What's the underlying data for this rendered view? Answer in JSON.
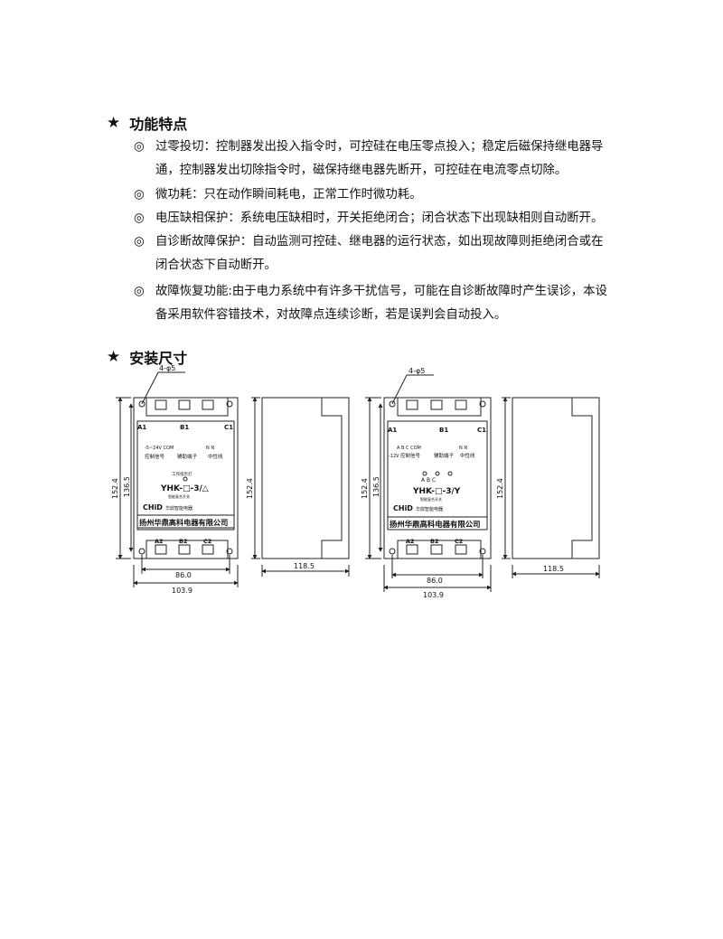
{
  "sections": [
    {
      "star": "★",
      "title": "功能特点"
    },
    {
      "star": "★",
      "title": "安装尺寸"
    }
  ],
  "features": [
    {
      "bullet": "◎",
      "lines": [
        "过零投切：控制器发出投入指令时，可控硅在电压零点投入；稳定后磁保持继电器导",
        "通，控制器发出切除指令时，磁保持继电器先断开，可控硅在电流零点切除。"
      ]
    },
    {
      "bullet": "◎",
      "lines": [
        "微功耗：只在动作瞬间耗电，正常工作时微功耗。"
      ]
    },
    {
      "bullet": "◎",
      "lines": [
        "电压缺相保护：系统电压缺相时，开关拒绝闭合；闭合状态下出现缺相则自动断开。"
      ]
    },
    {
      "bullet": "◎",
      "lines": [
        "自诊断故障保护：自动监测可控硅、继电器的运行状态，如出现故障则拒绝闭合或在",
        "闭合状态下自动断开。"
      ]
    },
    {
      "bullet": "◎",
      "lines": [
        "故障恢复功能:由于电力系统中有许多干扰信号，可能在自诊断故障时产生误诊，本设",
        "备采用软件容错技术，对故障点连续诊断，若是误判会自动投入。"
      ]
    }
  ],
  "drawings": {
    "hole_label": "4-φ5",
    "dim_height_outer": "152.4",
    "dim_height_inner": "136.5",
    "dim_width_inner": "86.0",
    "dim_width_outer": "103.9",
    "dim_depth": "118.5",
    "top_terminals": [
      "A1",
      "B1",
      "C1"
    ],
    "bottom_terminals": [
      "A2",
      "B2",
      "C2"
    ],
    "company": "扬州华鼎高科电器有限公司",
    "logo": "CHiD",
    "logo_sub": "华鼎智能电器",
    "left_model": "YHK-□-3/△",
    "right_model": "YHK-□-3/Y",
    "left_signal_top": "-5~24V COM",
    "right_signal_top": "A B C COM",
    "right_voltage": "-12V",
    "signal_label": "控制信号",
    "aux_label": "辅助端子",
    "neutral_label": "中性线",
    "neutral_top": "N N",
    "fault_label": "工作指示灯",
    "phase_labels": "A B C",
    "small_caption": "智能复合开关"
  }
}
